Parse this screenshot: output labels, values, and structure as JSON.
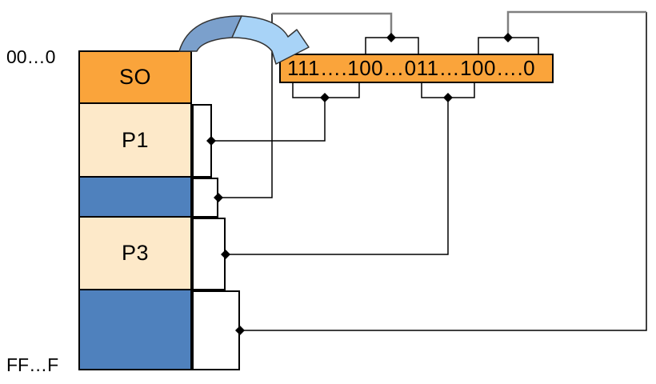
{
  "memory": {
    "top_address": "00…0",
    "bottom_address": "FF…F",
    "segments": [
      {
        "label": "SO",
        "kind": "os",
        "color": "#FAA43B"
      },
      {
        "label": "P1",
        "kind": "process",
        "color": "#FDE9C9"
      },
      {
        "label": "",
        "kind": "hole",
        "color": "#4F81BD"
      },
      {
        "label": "P3",
        "kind": "process",
        "color": "#FDE9C9"
      },
      {
        "label": "",
        "kind": "hole",
        "color": "#4F81BD"
      }
    ]
  },
  "bitmap": {
    "value": "111….100…011…100….0",
    "fill": "#FAA43B"
  },
  "icons": {
    "mapping_arrow": "curved-right-arrow-icon"
  },
  "colors": {
    "segment_os": "#FAA43B",
    "segment_process": "#FDE9C9",
    "segment_hole": "#4F81BD",
    "bitmap_fill": "#FAA43B",
    "arrow_dark": "#7BA0CC",
    "arrow_light": "#A8D3F7",
    "connector_black": "#000000",
    "connector_gray": "#808080",
    "border": "#000000"
  }
}
